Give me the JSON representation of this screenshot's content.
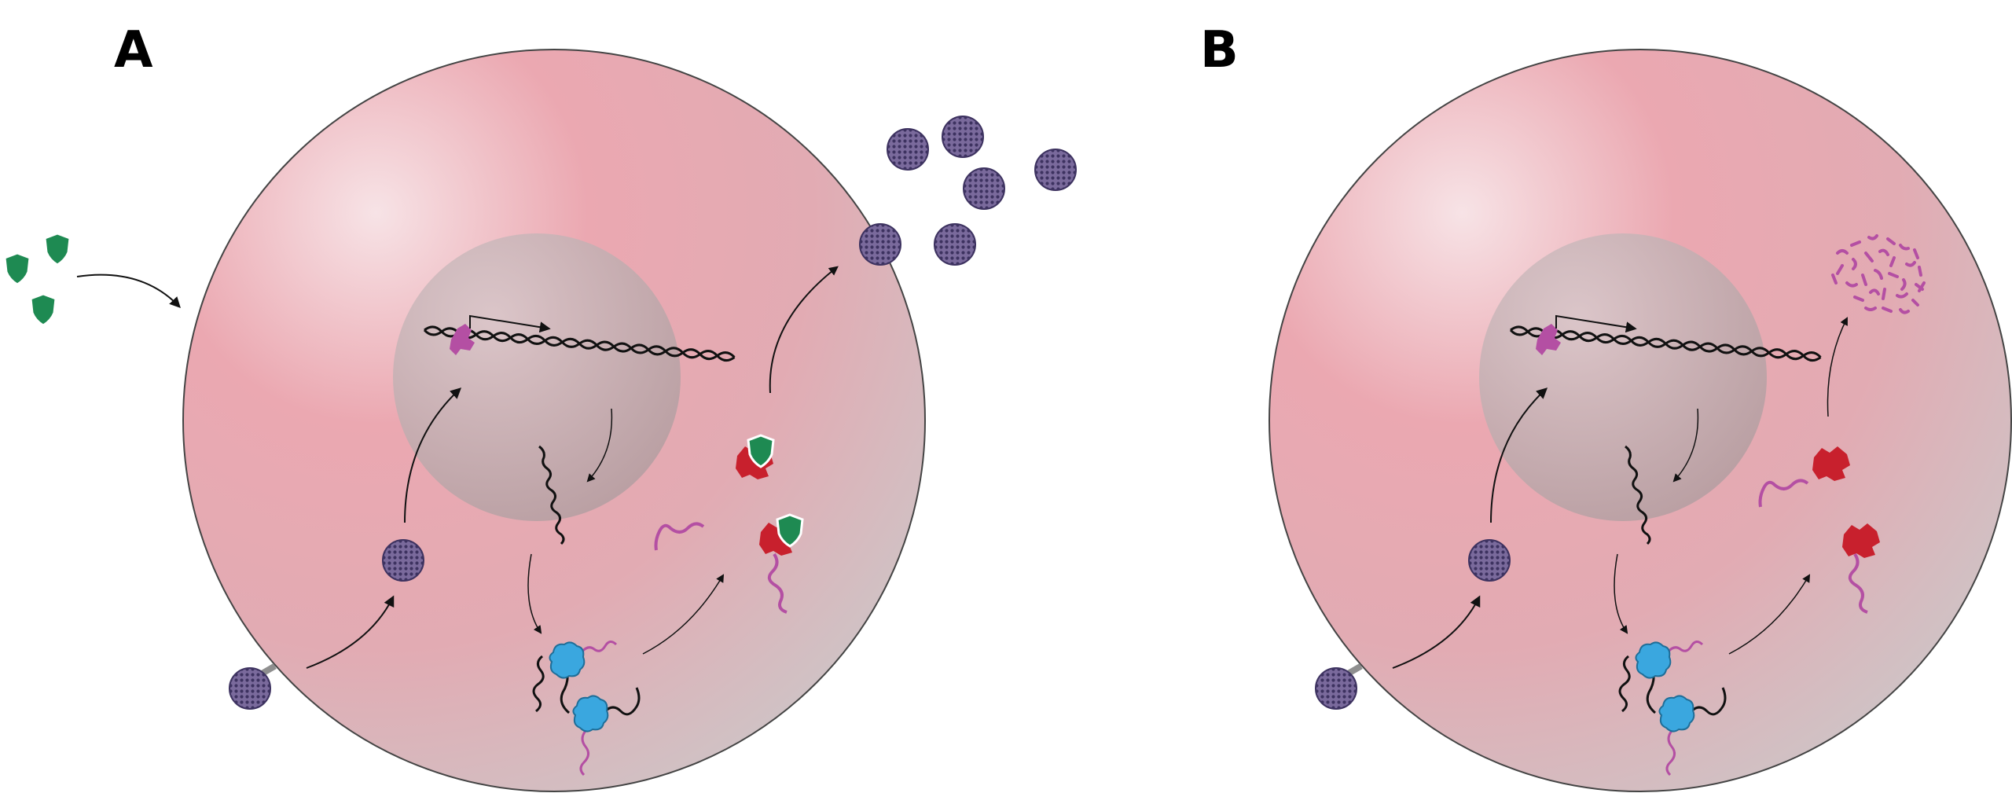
{
  "panels": [
    {
      "label": "A",
      "shield_drug": true,
      "outcome": "virus-release"
    },
    {
      "label": "B",
      "shield_drug": false,
      "outcome": "protein-degradation"
    }
  ],
  "colors": {
    "cell_light": "#f6dcdf",
    "cell_mid": "#e9a9b1",
    "cell_bottom": "#cfc6c8",
    "nucleus": "#b7a3a6",
    "virus": "#6e5f8f",
    "virus_dots": "#40355f",
    "shield": "#1e8a52",
    "ribosome": "#3aa7df",
    "protein": "#c8202d",
    "mrna_tail": "#b44fa3",
    "dna": "#1a1a1a",
    "arrow": "#111111"
  },
  "icons": [
    "virus-icon",
    "shield-drug-icon",
    "dna-helix-icon",
    "polymerase-icon",
    "mrna-icon",
    "ribosome-icon",
    "viral-protein-icon",
    "protein-fragments-icon"
  ]
}
